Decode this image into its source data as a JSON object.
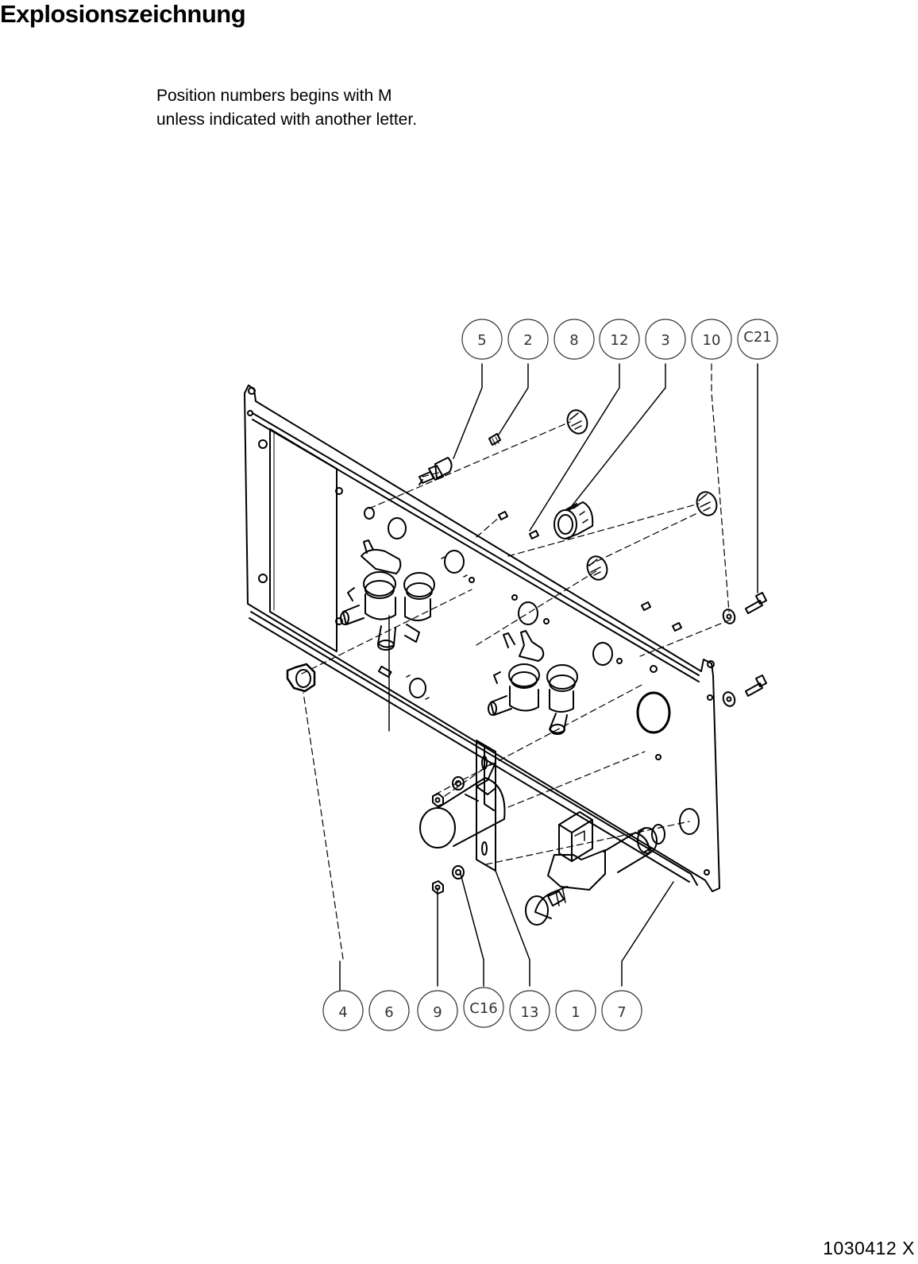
{
  "page": {
    "title": "Explosionszeichnung",
    "note_lines": [
      "Position numbers begins with M",
      "unless indicated with another letter."
    ],
    "document_number": "1030412 X"
  },
  "callouts": {
    "top": [
      "5",
      "2",
      "8",
      "12",
      "3",
      "10",
      "C21"
    ],
    "bottom": [
      "4",
      "6",
      "9",
      "C16",
      "13",
      "1",
      "7"
    ]
  },
  "colors": {
    "line": "#000000",
    "background": "#ffffff",
    "callout_text": "#333333"
  }
}
